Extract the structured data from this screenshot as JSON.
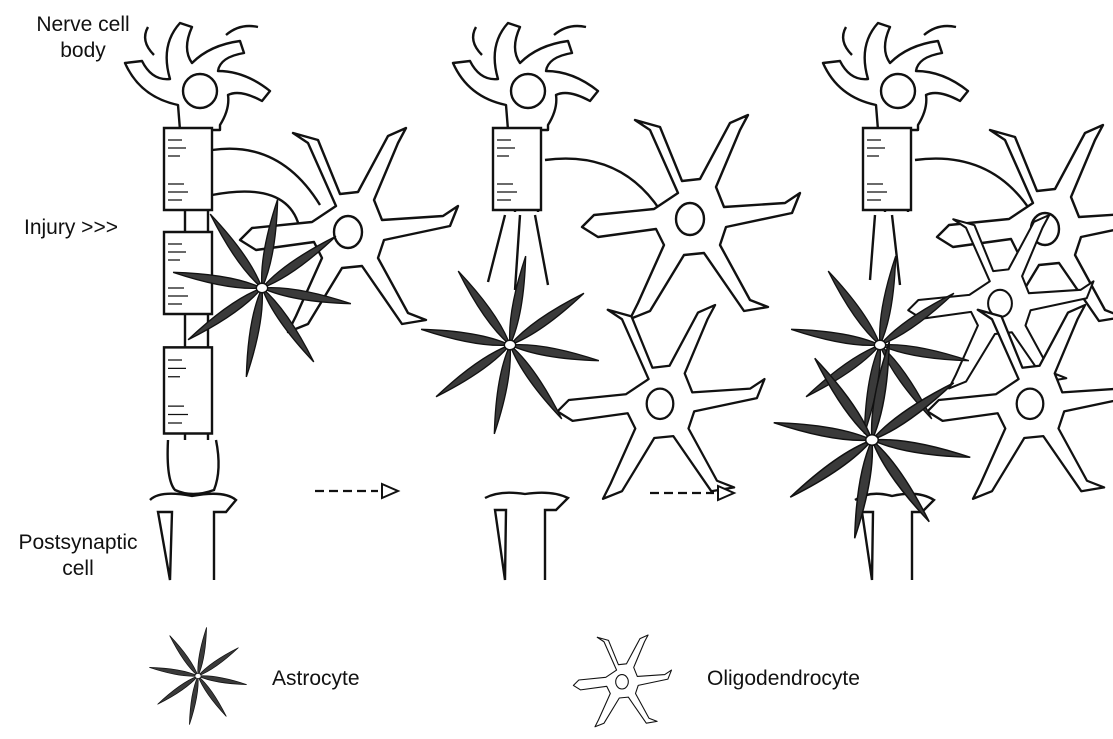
{
  "labels": {
    "nerve_cell_body_1": "Nerve cell",
    "nerve_cell_body_2": "body",
    "injury": "Injury >>>",
    "postsynaptic_1": "Postsynaptic",
    "postsynaptic_2": "cell"
  },
  "legend": {
    "astrocyte": "Astrocyte",
    "oligodendrocyte": "Oligodendrocyte"
  },
  "colors": {
    "ink": "#111111",
    "astrocyte_fill": "#3a3a3a",
    "background": "#ffffff"
  },
  "icons": {
    "astrocyte": "star-shaped-glial-cell",
    "oligodendrocyte": "branched-glial-cell",
    "arrow": "dashed-arrow-right"
  }
}
